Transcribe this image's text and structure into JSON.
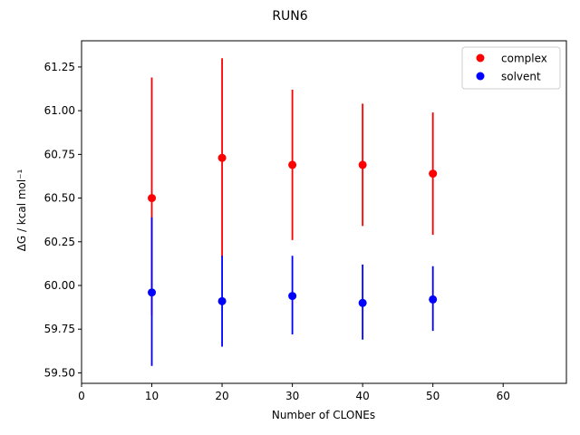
{
  "figure": {
    "title": "RUN6",
    "xlabel": "Number of CLONEs",
    "ylabel": "ΔG / kcal mol⁻¹"
  },
  "chart_data": {
    "type": "scatter",
    "title": "RUN6",
    "xlabel": "Number of CLONEs",
    "ylabel": "ΔG / kcal mol⁻¹",
    "xlim": [
      0,
      69
    ],
    "ylim": [
      59.44,
      61.4
    ],
    "xticks": [
      0,
      10,
      20,
      30,
      40,
      50,
      60
    ],
    "yticks": [
      59.5,
      59.75,
      60.0,
      60.25,
      60.5,
      60.75,
      61.0,
      61.25
    ],
    "xtick_labels": [
      "0",
      "10",
      "20",
      "30",
      "40",
      "50",
      "60"
    ],
    "ytick_labels": [
      "59.50",
      "59.75",
      "60.00",
      "60.25",
      "60.50",
      "60.75",
      "61.00",
      "61.25"
    ],
    "legend_position": "top-right",
    "grid": false,
    "series": [
      {
        "name": "complex",
        "color": "#ff0000",
        "x": [
          10,
          20,
          30,
          40,
          50
        ],
        "y": [
          60.5,
          60.73,
          60.69,
          60.69,
          60.64
        ],
        "err_low": [
          59.83,
          60.16,
          60.26,
          60.34,
          60.29
        ],
        "err_high": [
          61.19,
          61.3,
          61.12,
          61.04,
          60.99
        ]
      },
      {
        "name": "solvent",
        "color": "#0000ff",
        "x": [
          10,
          20,
          30,
          40,
          50
        ],
        "y": [
          59.96,
          59.91,
          59.94,
          59.9,
          59.92
        ],
        "err_low": [
          59.54,
          59.65,
          59.72,
          59.69,
          59.74
        ],
        "err_high": [
          60.39,
          60.17,
          60.17,
          60.12,
          60.11
        ]
      }
    ]
  }
}
